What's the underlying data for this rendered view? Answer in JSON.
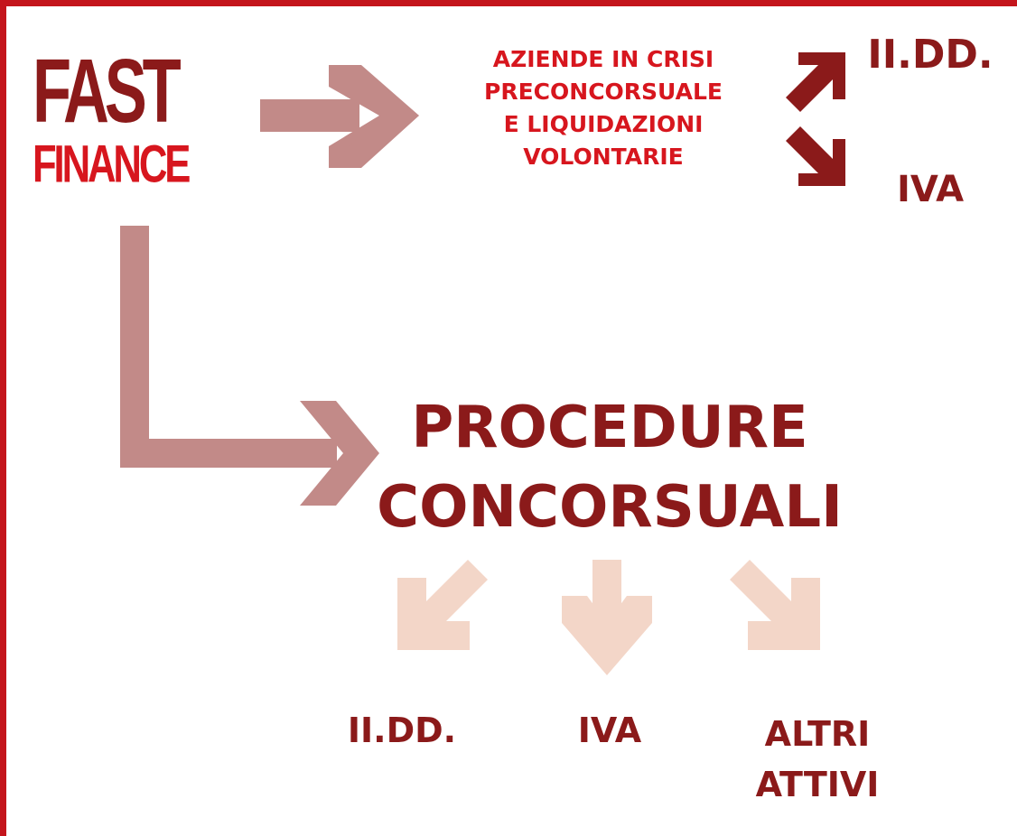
{
  "colors": {
    "frame": "#c4151c",
    "dark_red": "#8b1a1a",
    "bright_red": "#d7161e",
    "arrow_muted": "#c28a88",
    "arrow_light": "#f3d6c8"
  },
  "logo": {
    "line1": "FAST",
    "line2": "FINANCE"
  },
  "top_branch": {
    "lines": [
      "AZIENDE IN CRISI",
      "PRECONCORSUALE",
      "E LIQUIDAZIONI",
      "VOLONTARIE"
    ],
    "up_target": "II.DD.",
    "down_target": "IVA"
  },
  "main_branch": {
    "lines": [
      "PROCEDURE",
      "CONCORSUALI"
    ],
    "targets": {
      "left": "II.DD.",
      "center": "IVA",
      "right": [
        "ALTRI",
        "ATTIVI"
      ]
    }
  },
  "icons": {
    "logo_to_crisis": "right-arrow-icon",
    "crisis_to_iidd": "up-right-arrow-icon",
    "crisis_to_iva": "down-right-arrow-icon",
    "logo_to_procedure": "elbow-down-right-arrow-icon",
    "procedure_to_iidd": "down-left-arrow-icon",
    "procedure_to_iva": "down-arrow-icon",
    "procedure_to_altri": "down-right-arrow-icon"
  }
}
